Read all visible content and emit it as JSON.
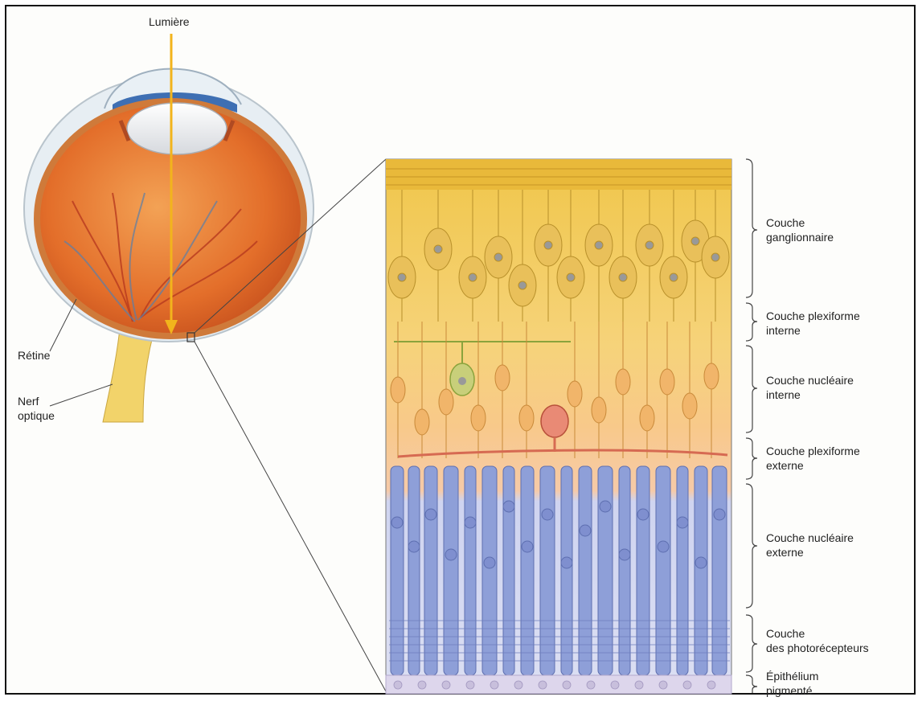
{
  "labels": {
    "light": "Lumière",
    "retina": "Rétine",
    "optic_nerve": "Nerf\noptique"
  },
  "layers": [
    {
      "name": "Couche\nganglionnaire"
    },
    {
      "name": "Couche plexiforme\ninterne"
    },
    {
      "name": "Couche nucléaire\ninterne"
    },
    {
      "name": "Couche plexiforme\nexterne"
    },
    {
      "name": "Couche nucléaire\nexterne"
    },
    {
      "name": "Couche\ndes photorécepteurs"
    },
    {
      "name": "Épithélium\npigmenté"
    }
  ],
  "colors": {
    "light_arrow": "#f2b41c",
    "ganglion": "#e9c05a",
    "inner_nuclear": "#f1b56a",
    "photoreceptor": "#8e9fd8",
    "pigment": "#ddd6ec",
    "eyeball": "#e8752f"
  }
}
